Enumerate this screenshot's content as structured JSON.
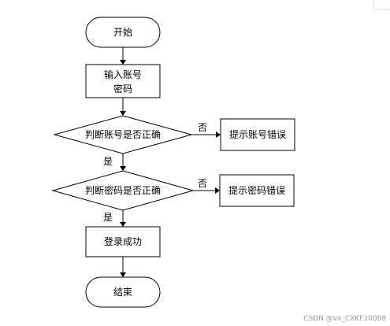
{
  "flowchart": {
    "start_label": "开始",
    "input_label_line1": "输入账号",
    "input_label_line2": "密码",
    "decision_account_label": "判断账号是否正确",
    "account_error_label": "提示账号错误",
    "decision_password_label": "判断密码是否正确",
    "password_error_label": "提示密码错误",
    "success_label": "登录成功",
    "end_label": "结束",
    "yes_label_1": "是",
    "yes_label_2": "是",
    "no_label_1": "否",
    "no_label_2": "否"
  },
  "watermark": "CSDN @vx_CXKF10088"
}
